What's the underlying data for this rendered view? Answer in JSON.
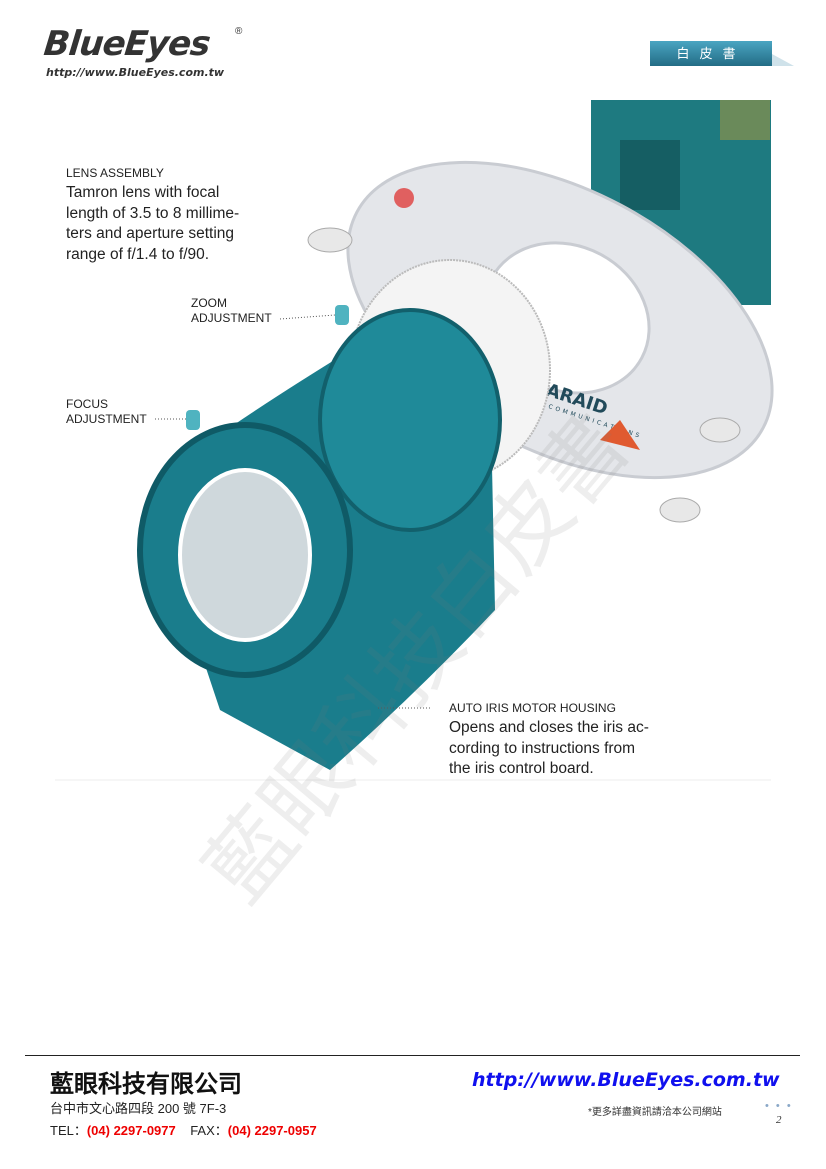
{
  "header": {
    "logo": "BlueEyes",
    "registered": "®",
    "url": "http://www.BlueEyes.com.tw",
    "badge": "白皮書"
  },
  "figure": {
    "lens_assembly": {
      "title": "LENS ASSEMBLY",
      "text": [
        "Tamron lens with focal",
        "length of 3.5 to 8 millime-",
        "ters and aperture setting",
        "range of f/1.4 to f/90."
      ]
    },
    "zoom": [
      "ZOOM",
      "ADJUSTMENT"
    ],
    "focus": [
      "FOCUS",
      "ADJUSTMENT"
    ],
    "iris": {
      "title": "AUTO IRIS MOTOR HOUSING",
      "text": [
        "Opens and closes the iris ac-",
        "cording to instructions from",
        "the iris control board."
      ]
    },
    "plate_logo": [
      "ARAID",
      "COMMUNICATIONS"
    ],
    "colors": {
      "lens": "#1a7d8c",
      "plate": "#e4e6ea",
      "board": "#1e7a80"
    }
  },
  "watermark": "藍眼科技白皮書",
  "footer": {
    "company": "藍眼科技有限公司",
    "url": "http://www.BlueEyes.com.tw",
    "address": "台中市文心路四段 200 號 7F-3",
    "tel_label": "TEL：",
    "tel": "(04) 2297-0977",
    "fax_label": "FAX：",
    "fax": "(04) 2297-0957",
    "note": "*更多詳盡資訊請洽本公司網站",
    "dots": "• • •",
    "page": "2"
  }
}
